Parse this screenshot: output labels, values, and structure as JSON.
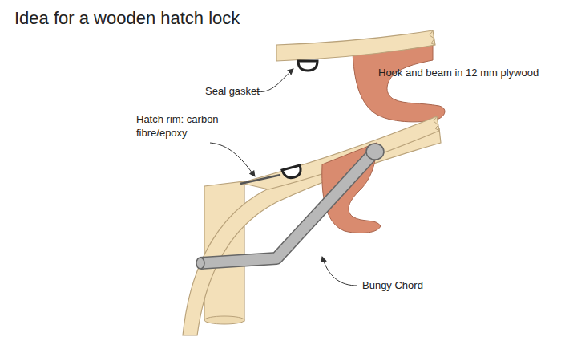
{
  "diagram": {
    "title": "Idea for a wooden hatch lock",
    "labels": [
      "Seal gasket",
      "Hook and beam in 12 mm plywood",
      "Hatch rim: carbon fibre/epoxy",
      "Bungy Chord"
    ]
  }
}
